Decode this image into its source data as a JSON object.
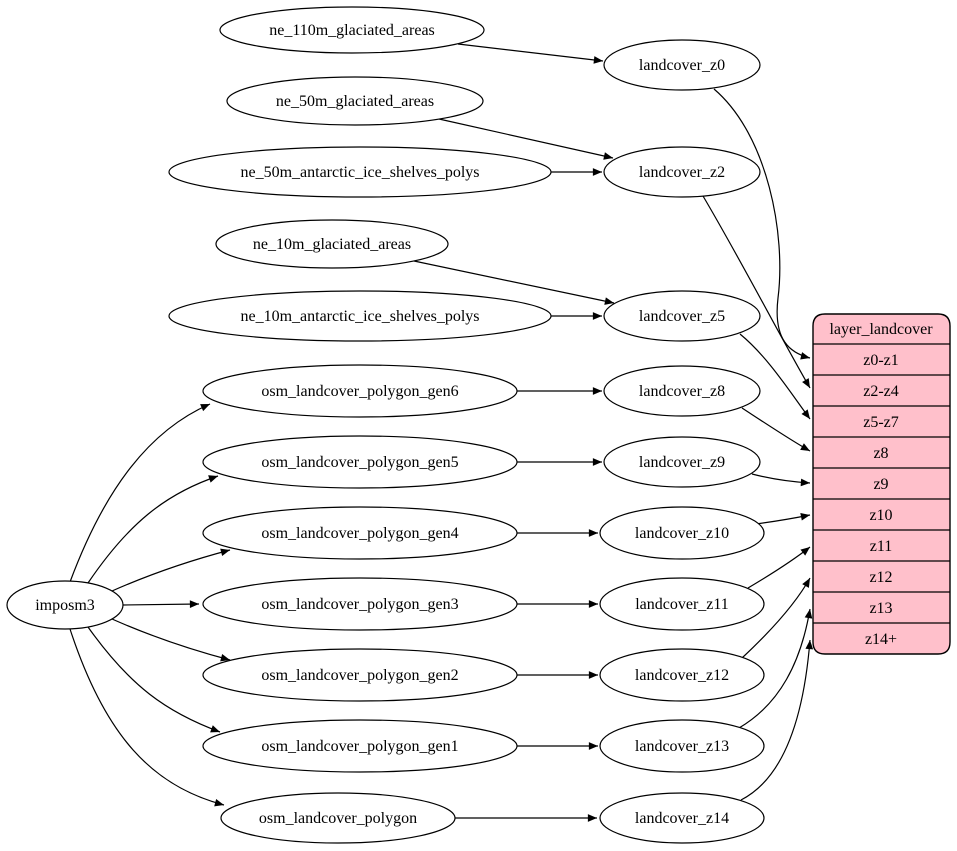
{
  "diagram": {
    "background_color": "#ffffff",
    "edge_color": "#000000",
    "node_style": {
      "fill": "#ffffff",
      "stroke": "#000000"
    },
    "nodes": {
      "imposm3": "imposm3",
      "ne_110m_glaciated_areas": "ne_110m_glaciated_areas",
      "ne_50m_glaciated_areas": "ne_50m_glaciated_areas",
      "ne_50m_antarctic_ice_shelves_polys": "ne_50m_antarctic_ice_shelves_polys",
      "ne_10m_glaciated_areas": "ne_10m_glaciated_areas",
      "ne_10m_antarctic_ice_shelves_polys": "ne_10m_antarctic_ice_shelves_polys",
      "osm_landcover_polygon_gen6": "osm_landcover_polygon_gen6",
      "osm_landcover_polygon_gen5": "osm_landcover_polygon_gen5",
      "osm_landcover_polygon_gen4": "osm_landcover_polygon_gen4",
      "osm_landcover_polygon_gen3": "osm_landcover_polygon_gen3",
      "osm_landcover_polygon_gen2": "osm_landcover_polygon_gen2",
      "osm_landcover_polygon_gen1": "osm_landcover_polygon_gen1",
      "osm_landcover_polygon": "osm_landcover_polygon",
      "landcover_z0": "landcover_z0",
      "landcover_z2": "landcover_z2",
      "landcover_z5": "landcover_z5",
      "landcover_z8": "landcover_z8",
      "landcover_z9": "landcover_z9",
      "landcover_z10": "landcover_z10",
      "landcover_z11": "landcover_z11",
      "landcover_z12": "landcover_z12",
      "landcover_z13": "landcover_z13",
      "landcover_z14": "landcover_z14"
    },
    "table": {
      "title": "layer_landcover",
      "fill": "#ffc0cb",
      "rows": [
        "z0-z1",
        "z2-z4",
        "z5-z7",
        "z8",
        "z9",
        "z10",
        "z11",
        "z12",
        "z13",
        "z14+"
      ]
    },
    "edges": [
      [
        "imposm3",
        "osm_landcover_polygon_gen6"
      ],
      [
        "imposm3",
        "osm_landcover_polygon_gen5"
      ],
      [
        "imposm3",
        "osm_landcover_polygon_gen4"
      ],
      [
        "imposm3",
        "osm_landcover_polygon_gen3"
      ],
      [
        "imposm3",
        "osm_landcover_polygon_gen2"
      ],
      [
        "imposm3",
        "osm_landcover_polygon_gen1"
      ],
      [
        "imposm3",
        "osm_landcover_polygon"
      ],
      [
        "ne_110m_glaciated_areas",
        "landcover_z0"
      ],
      [
        "ne_50m_glaciated_areas",
        "landcover_z2"
      ],
      [
        "ne_50m_antarctic_ice_shelves_polys",
        "landcover_z2"
      ],
      [
        "ne_10m_glaciated_areas",
        "landcover_z5"
      ],
      [
        "ne_10m_antarctic_ice_shelves_polys",
        "landcover_z5"
      ],
      [
        "osm_landcover_polygon_gen6",
        "landcover_z8"
      ],
      [
        "osm_landcover_polygon_gen5",
        "landcover_z9"
      ],
      [
        "osm_landcover_polygon_gen4",
        "landcover_z10"
      ],
      [
        "osm_landcover_polygon_gen3",
        "landcover_z11"
      ],
      [
        "osm_landcover_polygon_gen2",
        "landcover_z12"
      ],
      [
        "osm_landcover_polygon_gen1",
        "landcover_z13"
      ],
      [
        "osm_landcover_polygon",
        "landcover_z14"
      ],
      [
        "landcover_z0",
        "layer_landcover:z0-z1"
      ],
      [
        "landcover_z2",
        "layer_landcover:z2-z4"
      ],
      [
        "landcover_z5",
        "layer_landcover:z5-z7"
      ],
      [
        "landcover_z8",
        "layer_landcover:z8"
      ],
      [
        "landcover_z9",
        "layer_landcover:z9"
      ],
      [
        "landcover_z10",
        "layer_landcover:z10"
      ],
      [
        "landcover_z11",
        "layer_landcover:z11"
      ],
      [
        "landcover_z12",
        "layer_landcover:z12"
      ],
      [
        "landcover_z13",
        "layer_landcover:z13"
      ],
      [
        "landcover_z14",
        "layer_landcover:z14+"
      ]
    ]
  }
}
